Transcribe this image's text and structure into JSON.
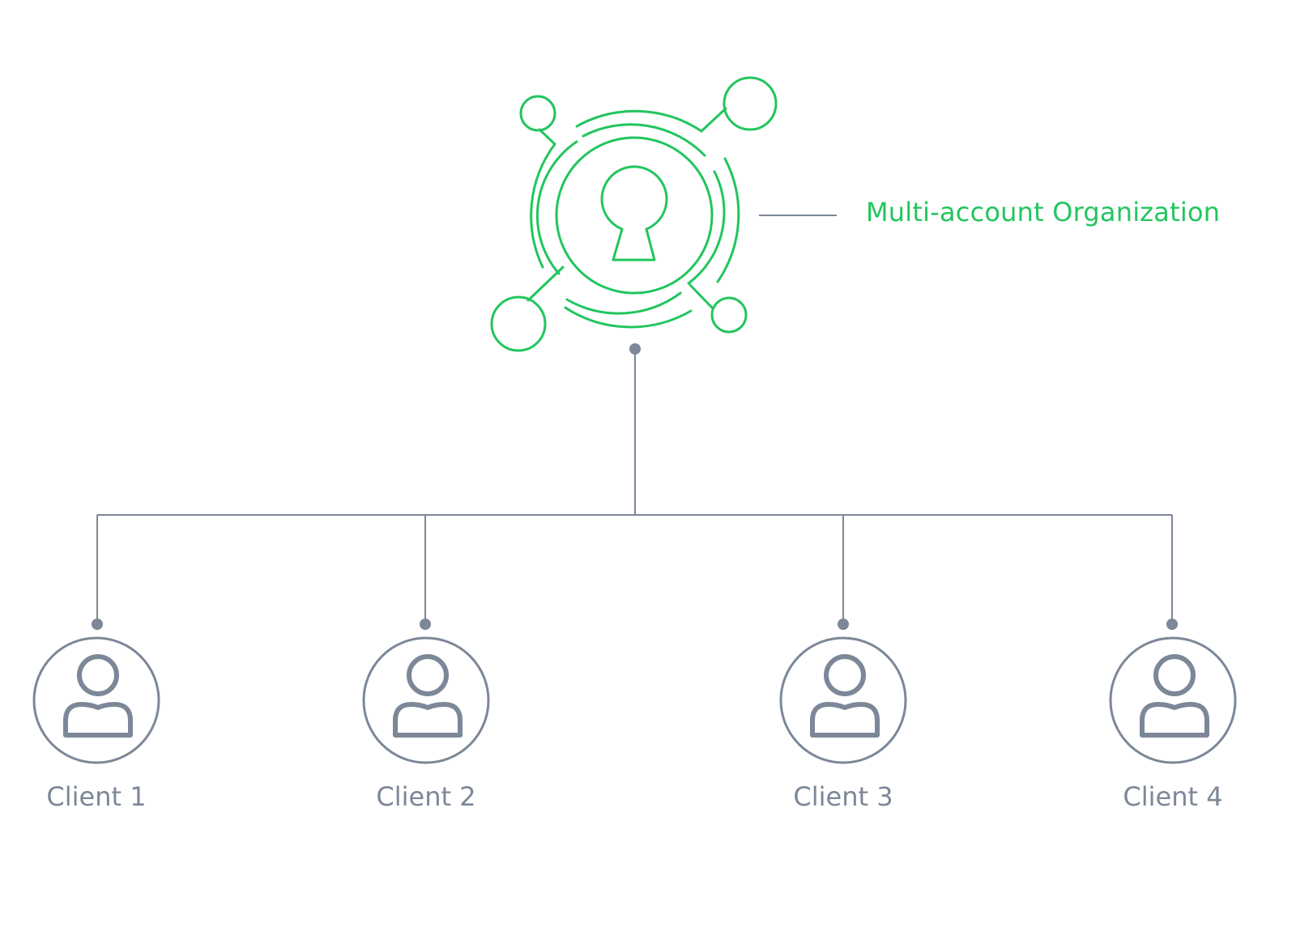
{
  "organization": {
    "label": "Multi-account Organization",
    "icon": "keyhole-logo-icon",
    "accent_color": "#22c55e"
  },
  "clients": [
    {
      "label": "Client 1",
      "icon": "user-icon"
    },
    {
      "label": "Client 2",
      "icon": "user-icon"
    },
    {
      "label": "Client 3",
      "icon": "user-icon"
    },
    {
      "label": "Client 4",
      "icon": "user-icon"
    }
  ],
  "colors": {
    "line": "#7c8798",
    "accent": "#22c55e",
    "background": "#ffffff"
  }
}
